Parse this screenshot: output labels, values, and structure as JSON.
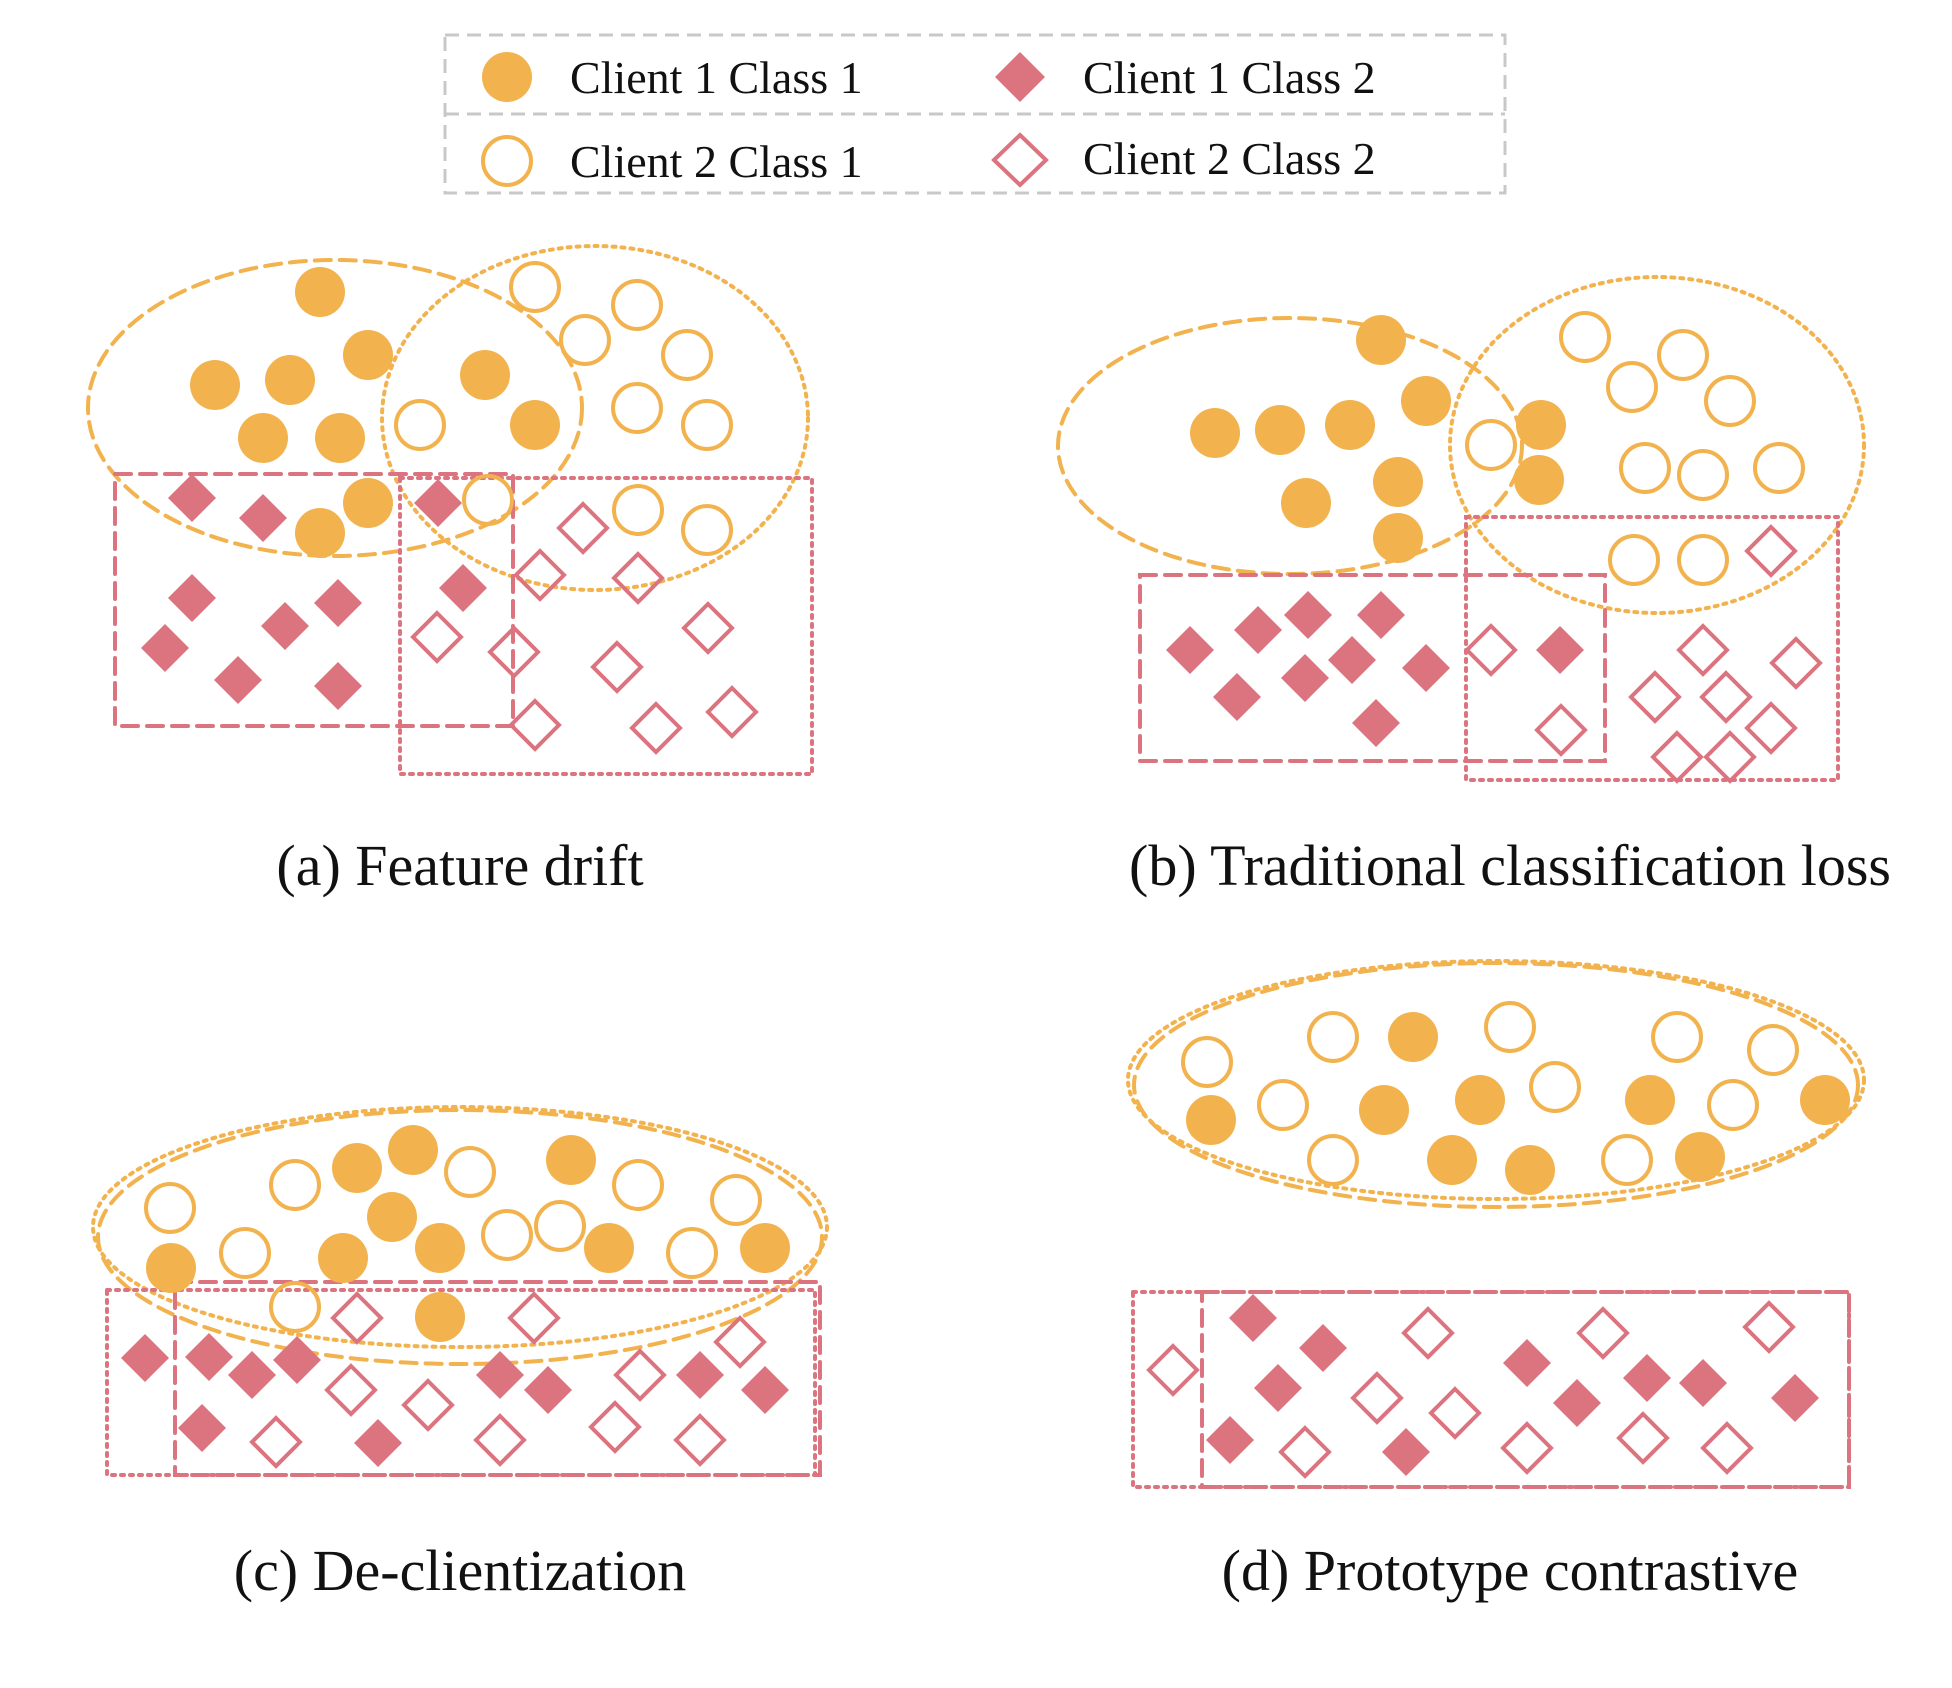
{
  "colors": {
    "class1": "#f2b24e",
    "class2": "#dc7480",
    "legend_border": "#c8c8c8",
    "text": "#111111"
  },
  "legend": {
    "items": [
      {
        "label": "Client 1 Class 1",
        "marker": "filled-circle"
      },
      {
        "label": "Client 1 Class 2",
        "marker": "filled-diamond"
      },
      {
        "label": "Client 2 Class 1",
        "marker": "hollow-circle"
      },
      {
        "label": "Client 2 Class 2",
        "marker": "hollow-diamond"
      }
    ]
  },
  "panels": [
    {
      "id": "a",
      "caption": "(a) Feature drift"
    },
    {
      "id": "b",
      "caption": "(b) Traditional classification loss"
    },
    {
      "id": "c",
      "caption": "(c) De-clientization"
    },
    {
      "id": "d",
      "caption": "(d) Prototype contrastive"
    }
  ]
}
